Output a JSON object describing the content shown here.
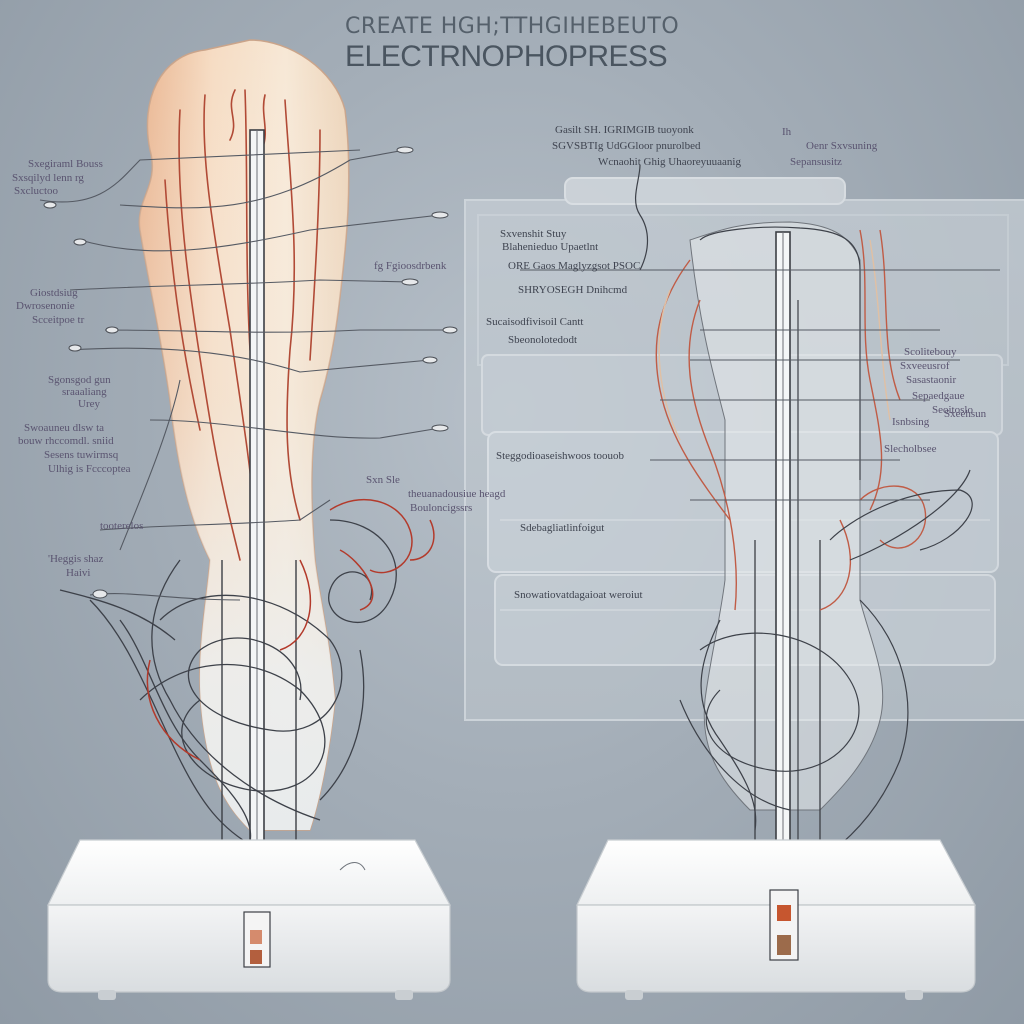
{
  "title": {
    "line1": "CREATE HGH;TTHGIHEBEUTO",
    "line2": "ELECTRNOPHOPRESS"
  },
  "labels": {
    "left": [
      "Sxegiraml Bouss",
      "Sxsqilyd lenn rg",
      "Sxcluctoo",
      "Giostdsiug",
      "Dwrosenonie",
      "Scceitpoe tr",
      "Sgonsgod gun",
      "sraaaliang",
      "Urey",
      "Swoauneu dlsw ta",
      "bouw rhccomdl. sniid",
      "Sesens tuwirmsq",
      "Ulhig is Fcccoptea",
      "tooterelos",
      "'Heggis shaz",
      "Haivi"
    ],
    "center": [
      "fg Fgioosdrbenk",
      "Sxn Sle",
      "theuanadousiue heagd",
      "Bouloncigssrs"
    ],
    "panel": [
      "Gasilt SH. IGRIMGIB tuoyonk",
      "SGVSBTIg UdGGloor pnurolbed",
      "Wcnaohit Ghig Uhaoreyuuaanig",
      "Sxvenshit Stuy",
      "Blahenieduo Upaetlnt",
      "ORE Gaos Maglyzgsot PSOC",
      "SHRYOSEGH Dnihcmd",
      "Sucaisodfivisoil Cantt",
      "Sbeonolotedodt",
      "Steggodioaseishwoos  toouob",
      "Sdebagliatlinfoigut",
      "Snowatiovatdagaioat weroiut"
    ],
    "right": [
      "Ih",
      "Oenr Sxvsuning",
      "Sepansusitz",
      "Scolitebouy",
      "Sxveeusrof",
      "Sasastaonir",
      "Sepaedgaue",
      "Seoitoslo",
      "Sxeehsun",
      "Isnbsing",
      "Slecholbsee"
    ]
  }
}
